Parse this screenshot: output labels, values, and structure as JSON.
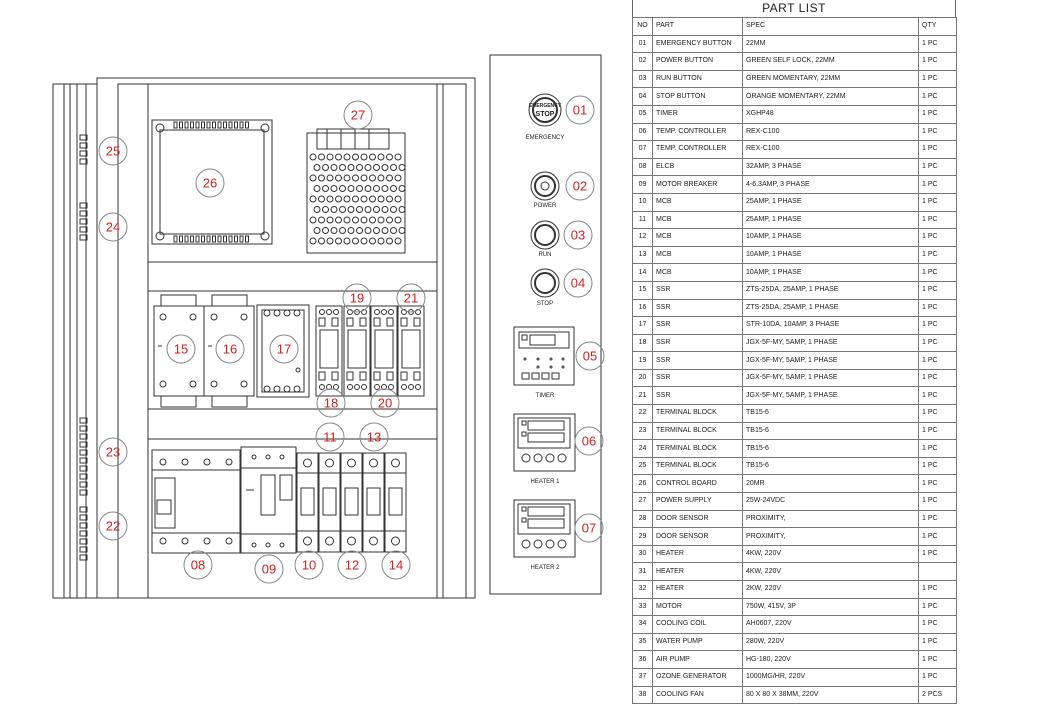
{
  "panel": {
    "callouts": [
      "01",
      "02",
      "03",
      "04",
      "05",
      "06",
      "07",
      "08",
      "09",
      "10",
      "11",
      "12",
      "13",
      "14",
      "15",
      "16",
      "17",
      "18",
      "19",
      "20",
      "21",
      "22",
      "23",
      "24",
      "25",
      "26",
      "27"
    ],
    "captions": {
      "emergency": "EMERGENCY",
      "power": "POWER",
      "run": "RUN",
      "stop": "STOP",
      "timer": "TIMER",
      "heater1": "HEATER 1",
      "heater2": "HEATER 2",
      "estop_top": "EMERGENCY",
      "estop_bottom": "STOP"
    }
  },
  "part_list": {
    "title": "PART LIST",
    "headers": {
      "no": "NO",
      "part": "PART",
      "spec": "SPEC",
      "qty": "QTY"
    },
    "rows": [
      {
        "no": "01",
        "part": "EMERGENCY BUTTON",
        "spec": "22MM",
        "qty": "1 PC"
      },
      {
        "no": "02",
        "part": "POWER BUTTON",
        "spec": "GREEN SELF LOCK, 22MM",
        "qty": "1 PC"
      },
      {
        "no": "03",
        "part": "RUN BUTTON",
        "spec": "GREEN MOMENTARY, 22MM",
        "qty": "1 PC"
      },
      {
        "no": "04",
        "part": "STOP BUTTON",
        "spec": "ORANGE MOMENTARY, 22MM",
        "qty": "1 PC"
      },
      {
        "no": "05",
        "part": "TIMER",
        "spec": "XGHP48",
        "qty": "1 PC"
      },
      {
        "no": "06",
        "part": "TEMP. CONTROLLER",
        "spec": "REX-C100",
        "qty": "1 PC"
      },
      {
        "no": "07",
        "part": "TEMP. CONTROLLER",
        "spec": "REX-C100",
        "qty": "1 PC"
      },
      {
        "no": "08",
        "part": "ELCB",
        "spec": "32AMP, 3 PHASE",
        "qty": "1 PC"
      },
      {
        "no": "09",
        "part": "MOTOR BREAKER",
        "spec": "4-6.3AMP, 3 PHASE",
        "qty": "1 PC"
      },
      {
        "no": "10",
        "part": "MCB",
        "spec": "25AMP, 1 PHASE",
        "qty": "1 PC"
      },
      {
        "no": "11",
        "part": "MCB",
        "spec": "25AMP, 1 PHASE",
        "qty": "1 PC"
      },
      {
        "no": "12",
        "part": "MCB",
        "spec": "10AMP, 1 PHASE",
        "qty": "1 PC"
      },
      {
        "no": "13",
        "part": "MCB",
        "spec": "10AMP, 1 PHASE",
        "qty": "1 PC"
      },
      {
        "no": "14",
        "part": "MCB",
        "spec": "10AMP, 1 PHASE",
        "qty": "1 PC"
      },
      {
        "no": "15",
        "part": "SSR",
        "spec": "ZTS-25DA, 25AMP, 1 PHASE",
        "qty": "1 PC"
      },
      {
        "no": "16",
        "part": "SSR",
        "spec": "ZTS-25DA, 25AMP, 1 PHASE",
        "qty": "1 PC"
      },
      {
        "no": "17",
        "part": "SSR",
        "spec": "STR-10DA, 10AMP, 3 PHASE",
        "qty": "1 PC"
      },
      {
        "no": "18",
        "part": "SSR",
        "spec": "JGX-5F-MY, 5AMP, 1 PHASE",
        "qty": "1 PC"
      },
      {
        "no": "19",
        "part": "SSR",
        "spec": "JGX-5F-MY, 5AMP, 1 PHASE",
        "qty": "1 PC"
      },
      {
        "no": "20",
        "part": "SSR",
        "spec": "JGX-5F-MY, 5AMP, 1 PHASE",
        "qty": "1 PC"
      },
      {
        "no": "21",
        "part": "SSR",
        "spec": "JGX-5F-MY, 5AMP, 1 PHASE",
        "qty": "1 PC"
      },
      {
        "no": "22",
        "part": "TERMINAL BLOCK",
        "spec": "TB15-6",
        "qty": "1 PC"
      },
      {
        "no": "23",
        "part": "TERMINAL BLOCK",
        "spec": "TB15-6",
        "qty": "1 PC"
      },
      {
        "no": "24",
        "part": "TERMINAL BLOCK",
        "spec": "TB15-6",
        "qty": "1 PC"
      },
      {
        "no": "25",
        "part": "TERMINAL BLOCK",
        "spec": "TB15-6",
        "qty": "1 PC"
      },
      {
        "no": "26",
        "part": "CONTROL BOARD",
        "spec": "20MR",
        "qty": "1 PC"
      },
      {
        "no": "27",
        "part": "POWER SUPPLY",
        "spec": "25W-24VDC",
        "qty": "1 PC"
      },
      {
        "no": "28",
        "part": "DOOR SENSOR",
        "spec": "PROXIMITY,",
        "qty": "1 PC"
      },
      {
        "no": "29",
        "part": "DOOR SENSOR",
        "spec": "PROXIMITY,",
        "qty": "1 PC"
      },
      {
        "no": "30",
        "part": "HEATER",
        "spec": "4KW, 220V",
        "qty": "1 PC"
      },
      {
        "no": "31",
        "part": "HEATER",
        "spec": "4KW, 220V",
        "qty": ""
      },
      {
        "no": "32",
        "part": "HEATER",
        "spec": "2KW, 220V",
        "qty": "1 PC"
      },
      {
        "no": "33",
        "part": "MOTOR",
        "spec": "750W, 415V, 3P",
        "qty": "1 PC"
      },
      {
        "no": "34",
        "part": "COOLING COIL",
        "spec": "AH0607, 220V",
        "qty": "1 PC"
      },
      {
        "no": "35",
        "part": "WATER PUMP",
        "spec": "280W, 220V",
        "qty": "1 PC"
      },
      {
        "no": "36",
        "part": "AIR PUMP",
        "spec": "HG-180, 220V",
        "qty": "1 PC"
      },
      {
        "no": "37",
        "part": "OZONE GENERATOR",
        "spec": "1000MG/HR, 220V",
        "qty": "1 PC"
      },
      {
        "no": "38",
        "part": "COOLING FAN",
        "spec": "80 X 80 X 38MM, 220V",
        "qty": "2 PCS"
      }
    ]
  }
}
